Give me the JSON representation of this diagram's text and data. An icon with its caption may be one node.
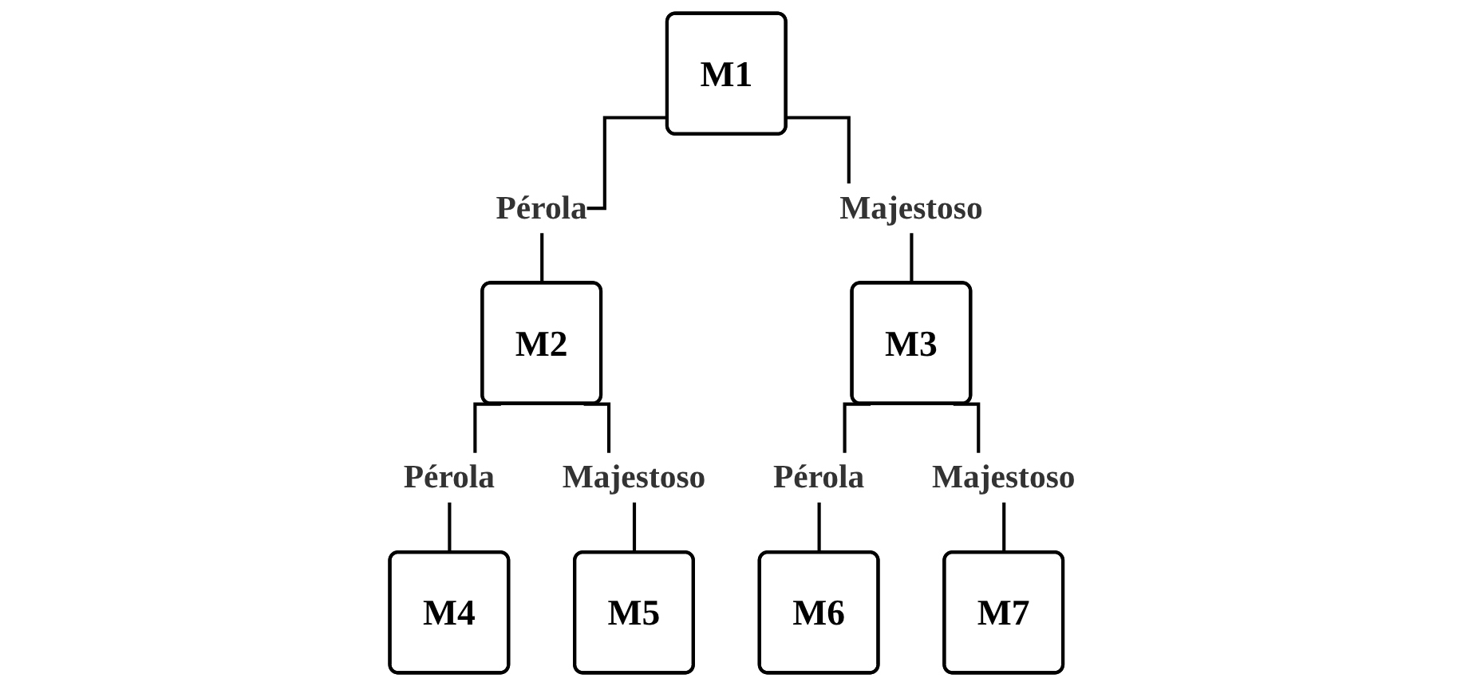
{
  "diagram": {
    "nodes": [
      {
        "text": [
          "M1"
        ]
      },
      {
        "text": [
          "M2"
        ]
      },
      {
        "text": [
          "M3"
        ]
      },
      {
        "text": [
          "M4"
        ]
      },
      {
        "text": [
          "M5"
        ]
      },
      {
        "text": [
          "M6"
        ]
      },
      {
        "text": [
          "M7"
        ]
      }
    ],
    "edges": [
      {
        "from": 0,
        "to": 1,
        "arrow": "none",
        "label": "Pérola"
      },
      {
        "from": 0,
        "to": 2,
        "arrow": "none",
        "label": "Majestoso"
      },
      {
        "from": 1,
        "to": 3,
        "arrow": "none",
        "label": "Pérola"
      },
      {
        "from": 1,
        "to": 4,
        "arrow": "none",
        "label": "Majestoso"
      },
      {
        "from": 2,
        "to": 5,
        "arrow": "none",
        "label": "Pérola"
      },
      {
        "from": 2,
        "to": 6,
        "arrow": "none",
        "label": "Majestoso"
      }
    ]
  }
}
